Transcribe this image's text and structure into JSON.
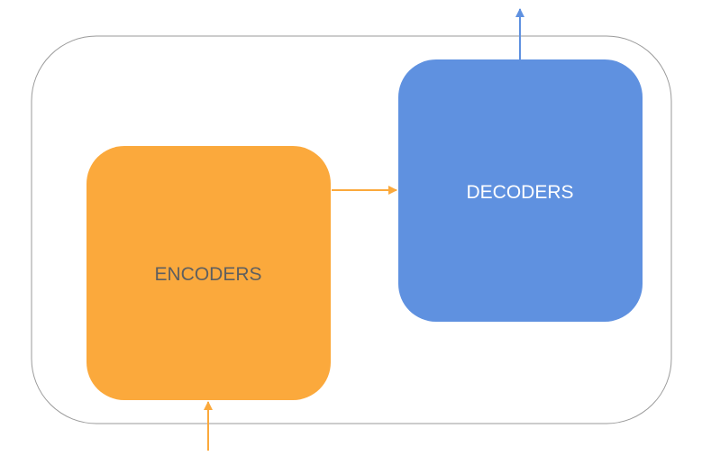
{
  "diagram": {
    "type": "encoder-decoder",
    "nodes": [
      {
        "id": "encoders",
        "label": "ENCODERS",
        "fill": "#FBA93C",
        "text_color": "#5f5f5f"
      },
      {
        "id": "decoders",
        "label": "DECODERS",
        "fill": "#5F91E0",
        "text_color": "#ffffff"
      }
    ],
    "edges": [
      {
        "from": "input",
        "to": "encoders",
        "color": "#FBA93C"
      },
      {
        "from": "encoders",
        "to": "decoders",
        "color": "#FBA93C"
      },
      {
        "from": "decoders",
        "to": "output",
        "color": "#5F91E0"
      }
    ],
    "container_stroke": "#9a9a9a"
  }
}
